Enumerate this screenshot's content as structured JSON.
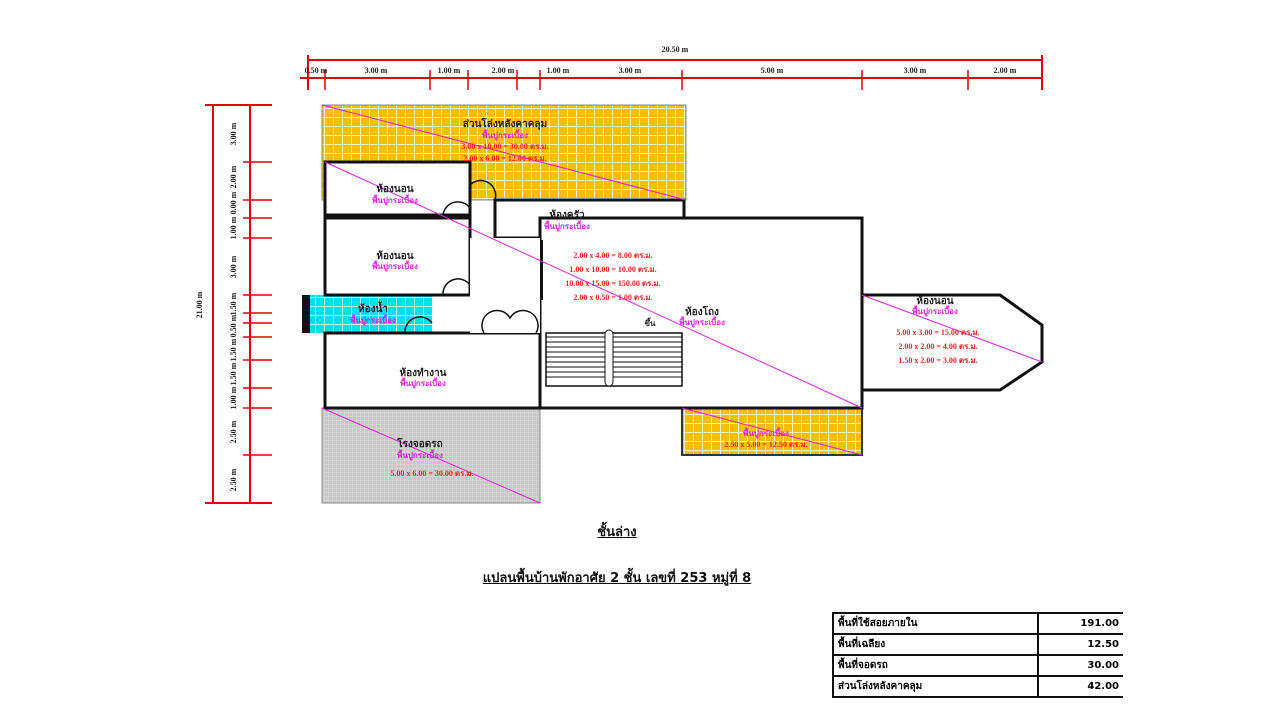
{
  "dimensions": {
    "overall_width": "20.50 m",
    "top_segments": [
      "0.50 m",
      "3.00 m",
      "1.00 m",
      "2.00 m",
      "1.00 m",
      "3.00 m",
      "5.00 m",
      "3.00 m",
      "2.00 m"
    ],
    "overall_depth": "21.00 m",
    "side_segments": [
      "3.00 m",
      "2.00 m",
      "1.00 m",
      "0.00 m",
      "3.00 m",
      "1.50 m",
      "0.50 m",
      "1.50 m",
      "1.50 m",
      "1.00 m",
      "2.50 m",
      "2.50 m"
    ]
  },
  "rooms": {
    "covered_area": {
      "name": "ส่วนโล่งหลังคาคลุม",
      "floor": "พื้นปูกระเบื้อง",
      "areas": [
        "3.00 x 10.00 = 30.00 ตร.ม.",
        "2.00 x 6.00 = 12.00 ตร.ม."
      ]
    },
    "bedroom_1": {
      "name": "ห้องนอน",
      "floor": "พื้นปูกระเบื้อง"
    },
    "bedroom_2": {
      "name": "ห้องนอน",
      "floor": "พื้นปูกระเบื้อง"
    },
    "kitchen": {
      "name": "ห้องครัว",
      "floor": "พื้นปูกระเบื้อง"
    },
    "bathroom": {
      "name": "ห้องน้ำ",
      "floor": "พื้นปูกระเบื้อง"
    },
    "hall": {
      "name": "ห้องโถง",
      "floor": "พื้นปูกระเบื้อง",
      "areas": [
        "2.00 x 4.00 = 8.00 ตร.ม.",
        "1.00 x 10.00 = 10.00 ตร.ม.",
        "10.00 x 15.00 = 150.00 ตร.ม.",
        "2.00 x 0.50 = 1.00 ตร.ม."
      ]
    },
    "bedroom_3": {
      "name": "ห้องนอน",
      "floor": "พื้นปูกระเบื้อง",
      "areas": [
        "5.00 x 3.00 = 15.00 ตร.ม.",
        "2.00 x 2.00 = 4.00 ตร.ม.",
        "1.50 x 2.00 = 3.00 ตร.ม."
      ]
    },
    "office": {
      "name": "ห้องทำงาน",
      "floor": "พื้นปูกระเบื้อง"
    },
    "garage": {
      "name": "โรงจอดรถ",
      "floor": "พื้นปูกระเบื้อง",
      "areas": [
        "5.00 x 6.00 = 30.00 ตร.ม."
      ]
    },
    "porch": {
      "floor": "พื้นปูกระเบื้อง",
      "areas": [
        "2.50 x 5.00 = 12.50 ตร.ม."
      ]
    },
    "stair_mark": "ขึ้น"
  },
  "titles": {
    "floor": "ชั้นล่าง",
    "plan": "แปลนพื้นบ้านพักอาศัย 2 ชั้น เลขที่ 253 หมู่ที่ 8"
  },
  "summary": [
    {
      "label": "พื้นที่ใช้สอยภายใน",
      "value": "191.00"
    },
    {
      "label": "พื้นที่เฉลียง",
      "value": "12.50"
    },
    {
      "label": "พื้นที่จอดรถ",
      "value": "30.00"
    },
    {
      "label": "ส่วนโล่งหลังคาคลุม",
      "value": "42.00"
    }
  ],
  "colors": {
    "dimension": "#e00000",
    "covered": "#f5c000",
    "bath": "#00e0f0",
    "garage": "#c8c8c8",
    "room_label": "#222222",
    "floor_label": "#e020e0",
    "area_label": "#ff2020"
  }
}
